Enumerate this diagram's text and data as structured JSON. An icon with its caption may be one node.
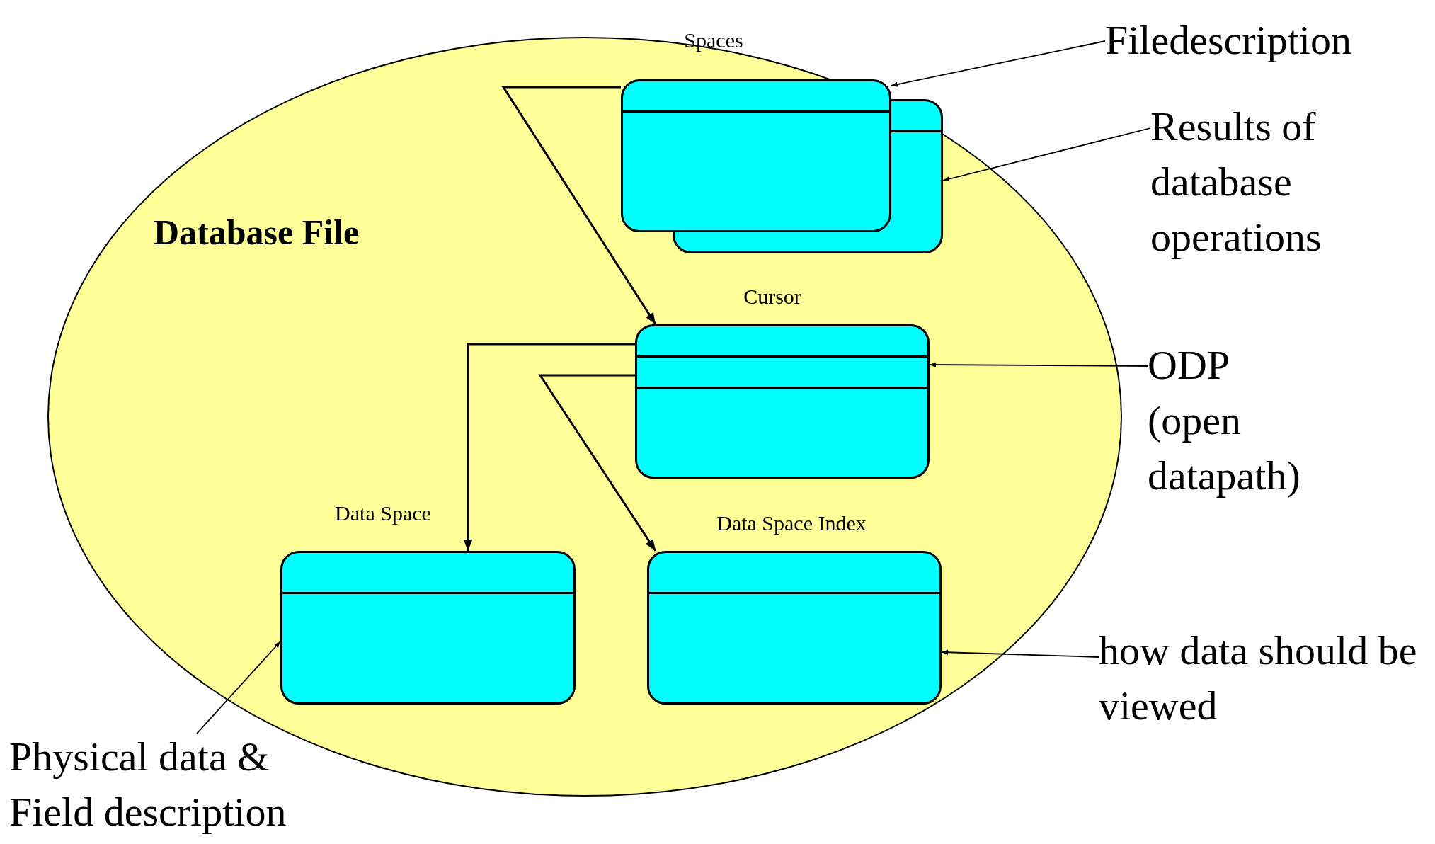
{
  "diagram": {
    "nodes": [
      {
        "text": [
          "Database File"
        ]
      },
      {
        "text": [
          "Spaces"
        ],
        "in": 0
      },
      {
        "text": [],
        "shape": "box",
        "in": 0
      },
      {
        "text": [
          "Cursor"
        ],
        "in": 0
      },
      {
        "text": [
          "Data Space"
        ],
        "in": 0
      },
      {
        "text": [
          "Data Space Index"
        ],
        "in": 0
      },
      {
        "text": [
          "Filedescription"
        ]
      },
      {
        "text": [
          "Results of database operations"
        ]
      },
      {
        "text": [
          "ODP (open datapath)"
        ]
      },
      {
        "text": [
          "how data should be viewed"
        ]
      },
      {
        "text": [
          "Physical data & Field description"
        ]
      }
    ],
    "edges": [
      {
        "from": 1,
        "to": 3,
        "arrow": "to"
      },
      {
        "from": 3,
        "to": 4,
        "arrow": "to"
      },
      {
        "from": 3,
        "to": 5,
        "arrow": "to"
      },
      {
        "from": 6,
        "to": 1,
        "arrow": "to"
      },
      {
        "from": 7,
        "to": 2,
        "arrow": "to"
      },
      {
        "from": 8,
        "to": 3,
        "arrow": "to"
      },
      {
        "from": 9,
        "to": 5,
        "arrow": "to"
      },
      {
        "from": 10,
        "to": 4,
        "arrow": "to"
      }
    ]
  }
}
